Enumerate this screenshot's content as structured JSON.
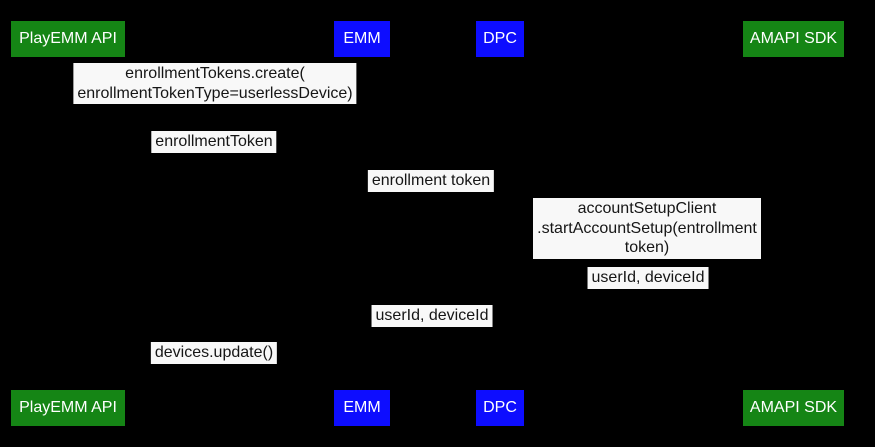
{
  "colors": {
    "background": "#000000",
    "actor_green": "#158515",
    "actor_blue": "#0d0dff",
    "actor_text": "#ffffff",
    "message_label_background": "#f8f8f8",
    "message_label_text": "#161616"
  },
  "actors": [
    {
      "label": "PlayEMM API",
      "color": "#158515"
    },
    {
      "label": "EMM",
      "color": "#0d0dff"
    },
    {
      "label": "DPC",
      "color": "#0d0dff"
    },
    {
      "label": "AMAPI SDK",
      "color": "#158515"
    }
  ],
  "messages": [
    {
      "text": "enrollmentTokens.create(\nenrollmentTokenType=userlessDevice)"
    },
    {
      "text": "enrollmentToken"
    },
    {
      "text": "enrollment token"
    },
    {
      "text": "accountSetupClient\n.startAccountSetup(entrollment token)"
    },
    {
      "text": "userId, deviceId"
    },
    {
      "text": "userId, deviceId"
    },
    {
      "text": "devices.update()"
    }
  ]
}
